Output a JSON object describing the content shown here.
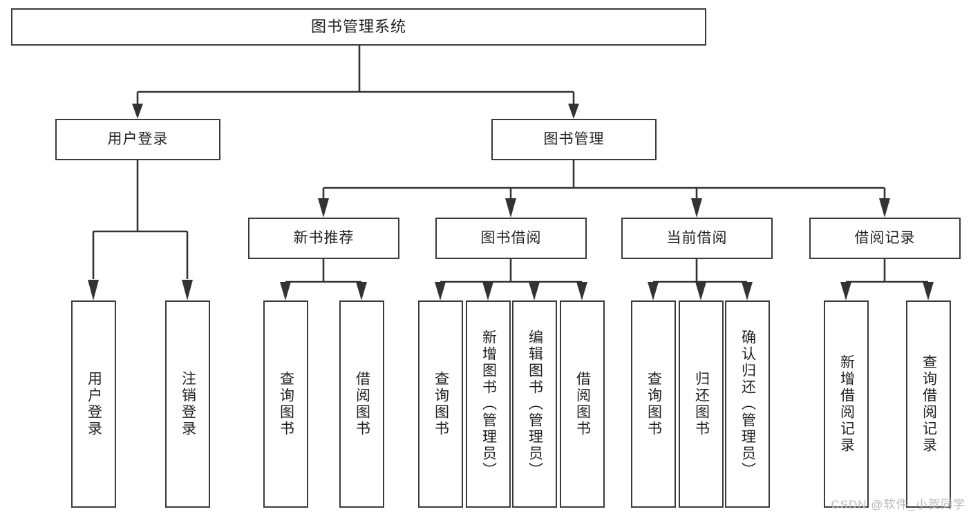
{
  "diagram": {
    "type": "tree-hierarchy",
    "title": "图书管理系统",
    "root": {
      "label": "图书管理系统"
    },
    "level2": [
      {
        "label": "用户登录"
      },
      {
        "label": "图书管理"
      }
    ],
    "level3": [
      {
        "label": "新书推荐"
      },
      {
        "label": "图书借阅"
      },
      {
        "label": "当前借阅"
      },
      {
        "label": "借阅记录"
      }
    ],
    "leaves": {
      "user_login": [
        {
          "label": "用户登录"
        },
        {
          "label": "注销登录"
        }
      ],
      "new_book_recommend": [
        {
          "label": "查询图书"
        },
        {
          "label": "借阅图书"
        }
      ],
      "book_borrow": [
        {
          "label": "查询图书"
        },
        {
          "label": "新增图书（管理员）"
        },
        {
          "label": "编辑图书（管理员）"
        },
        {
          "label": "借阅图书"
        }
      ],
      "current_borrow": [
        {
          "label": "查询图书"
        },
        {
          "label": "归还图书"
        },
        {
          "label": "确认归还（管理员）"
        }
      ],
      "borrow_record": [
        {
          "label": "新增借阅记录"
        },
        {
          "label": "查询借阅记录"
        }
      ]
    }
  },
  "watermark": {
    "text": "CSDN @软件_小贺同学"
  },
  "colors": {
    "border": "#3a3a3a",
    "line": "#333333",
    "text": "#1f1f1f",
    "background": "#ffffff",
    "watermark": "#b9b9b9"
  }
}
